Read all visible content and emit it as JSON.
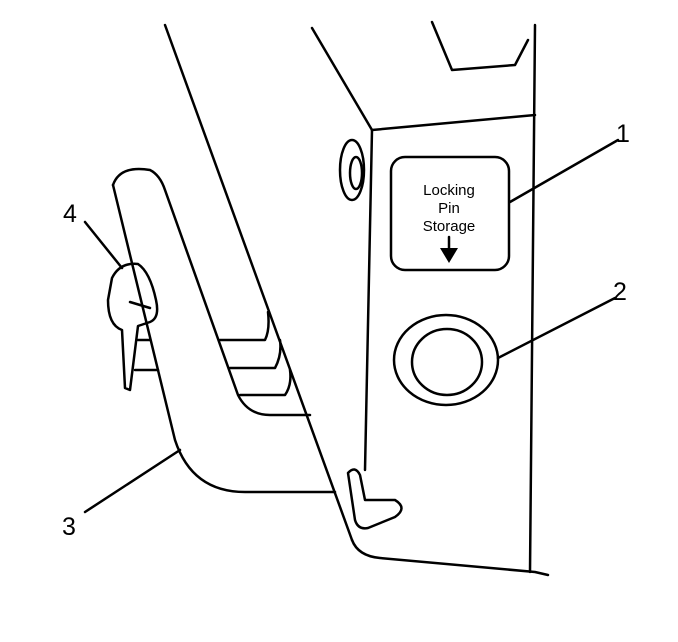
{
  "decal": {
    "line1": "Locking",
    "line2": "Pin",
    "line3": "Storage"
  },
  "callouts": [
    "1",
    "2",
    "3",
    "4"
  ],
  "colors": {
    "line": "#000000",
    "background": "#ffffff"
  }
}
